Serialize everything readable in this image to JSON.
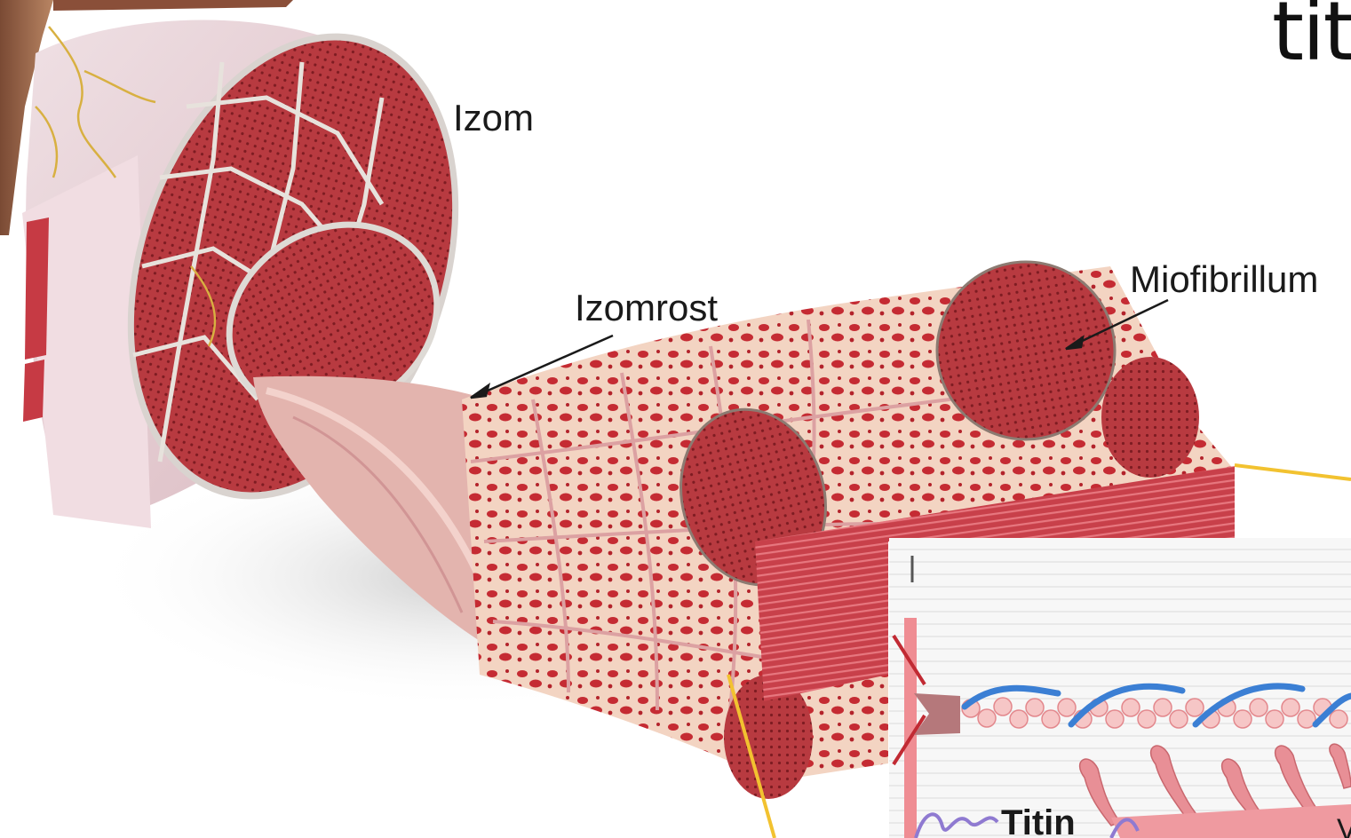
{
  "labels": {
    "izom": "Izom",
    "izomrost": "Izomrost",
    "miofibrillum": "Miofibrillum",
    "title_fragment": "tit"
  },
  "inset": {
    "titin_label": "Titin",
    "w_fragment": "V"
  },
  "colors": {
    "muscle_red": "#c0393b",
    "muscle_dark": "#8e1e22",
    "fascicle_fill": "#b8323a",
    "connective": "#ecd8cf",
    "callout_yellow": "#f2c230",
    "actin_blue": "#3b7fd4",
    "myosin_pink": "#e88f96"
  }
}
